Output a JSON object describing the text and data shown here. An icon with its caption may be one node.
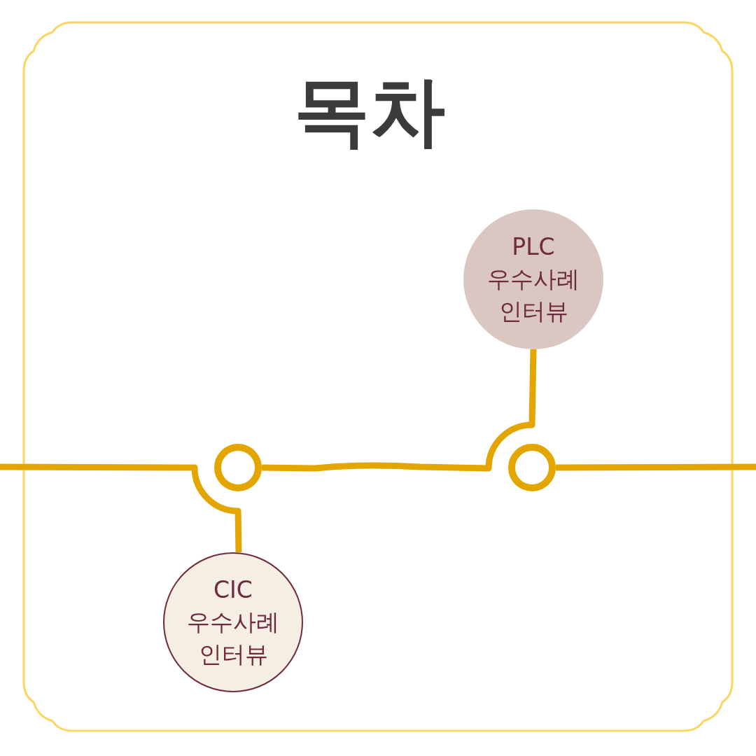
{
  "diagram": {
    "title": "목차",
    "nodes": [
      {
        "text": [
          "PLC 우수사례 인터뷰"
        ]
      },
      {
        "text": [],
        "shape": "circle"
      },
      {
        "text": [],
        "shape": "circle"
      },
      {
        "text": [
          "CIC 우수사례 인터뷰"
        ]
      }
    ],
    "edges": [
      {
        "from": null,
        "to": 3,
        "arrow": "none"
      },
      {
        "from": 1,
        "to": 0,
        "arrow": "none"
      },
      {
        "from": 2,
        "to": null,
        "arrow": "none"
      }
    ]
  }
}
